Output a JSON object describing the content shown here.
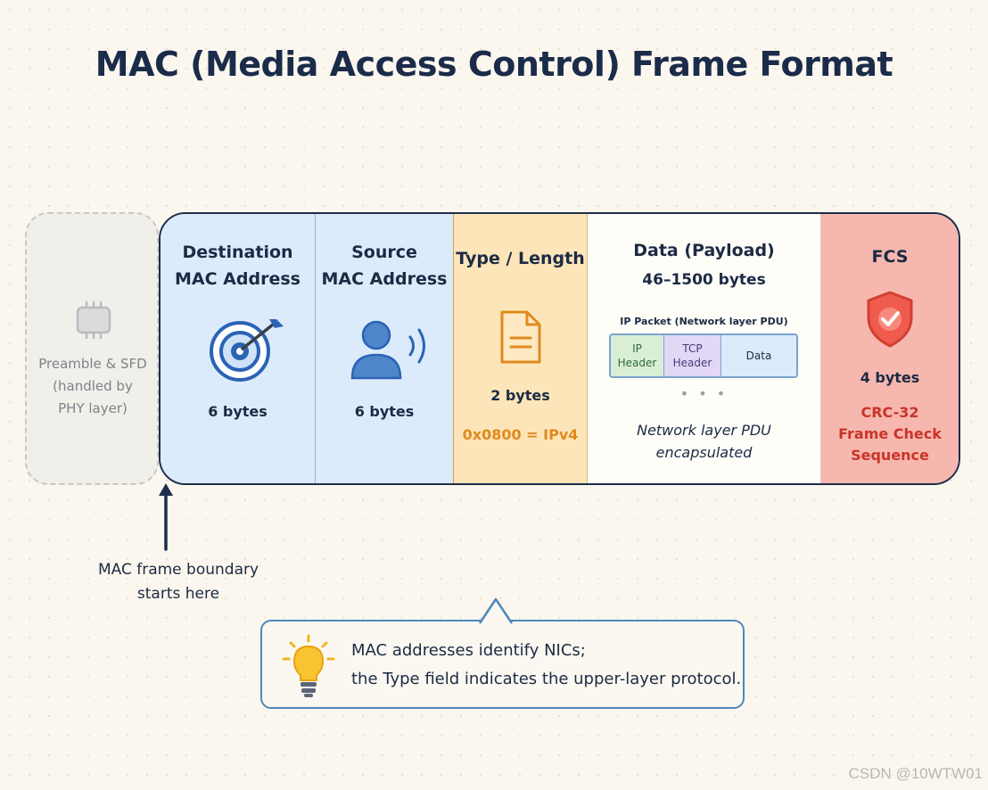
{
  "title": "MAC (Media Access Control) Frame Format",
  "preamble": {
    "lines": [
      "Preamble & SFD",
      "(handled by",
      "PHY layer)"
    ]
  },
  "fields": {
    "destination": {
      "name_lines": [
        "Destination",
        "MAC Address"
      ],
      "size": "6 bytes"
    },
    "source": {
      "name_lines": [
        "Source",
        "MAC Address"
      ],
      "size": "6 bytes"
    },
    "type": {
      "name": "Type / Length",
      "size": "2 bytes",
      "example": "0x0800 = IPv4"
    },
    "data": {
      "name": "Data (Payload)",
      "size": "46–1500 bytes",
      "ip_caption": "IP Packet (Network layer PDU)",
      "ip_header_lines": [
        "IP",
        "Header"
      ],
      "tcp_header_lines": [
        "TCP",
        "Header"
      ],
      "inner_data": "Data",
      "dots": "• • •",
      "note_lines": [
        "Network layer PDU",
        "encapsulated"
      ]
    },
    "fcs": {
      "name": "FCS",
      "size": "4 bytes",
      "desc_lines": [
        "CRC-32",
        "Frame Check",
        "Sequence"
      ]
    }
  },
  "boundary": {
    "lines": [
      "MAC frame boundary",
      "starts here"
    ]
  },
  "note": {
    "lines": [
      "MAC addresses identify NICs;",
      "the Type field indicates the upper-layer protocol."
    ]
  },
  "watermark": "CSDN @10WTW01",
  "colors": {
    "dest_source_bg": "#dcebfb",
    "type_bg": "#fce5b8",
    "fcs_bg": "#f6b7ae",
    "accent_orange": "#e08a1e",
    "accent_red": "#c9342a",
    "frame_border": "#1e2d4a",
    "note_border": "#4f86c0"
  }
}
